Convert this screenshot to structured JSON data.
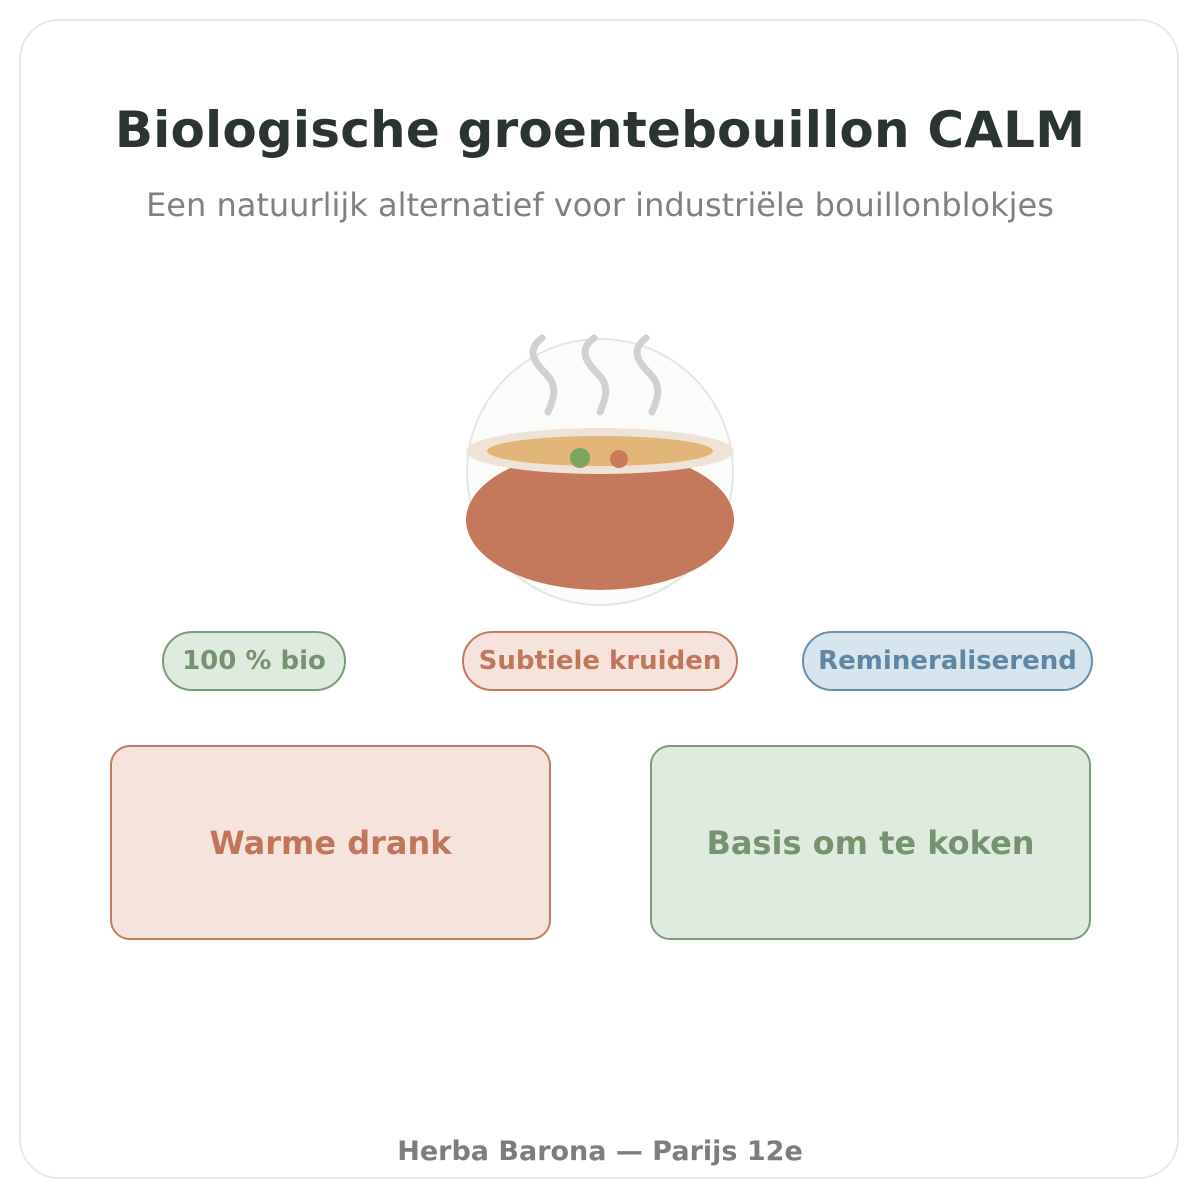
{
  "header": {
    "title": "Biologische groentebouillon CALM",
    "subtitle": "Een natuurlijk alternatief voor industriële bouillonblokjes"
  },
  "illustration": {
    "icon": "soup-bowl-icon",
    "colors": {
      "bowl": "#c4785c",
      "broth": "#e2b679",
      "rim": "#efe3d7",
      "pea": "#7da560",
      "carrot": "#cc7a5c",
      "steam": "#cfd3cf"
    }
  },
  "tags": [
    {
      "label": "100 % bio",
      "color": "#76936f"
    },
    {
      "label": "Subtiele kruiden",
      "color": "#c0765b"
    },
    {
      "label": "Remineraliserend",
      "color": "#5f87a3"
    }
  ],
  "uses": [
    {
      "label": "Warme drank",
      "color": "#c0765b"
    },
    {
      "label": "Basis om te koken",
      "color": "#76936f"
    }
  ],
  "footer": {
    "text": "Herba Barona — Parijs 12e"
  }
}
